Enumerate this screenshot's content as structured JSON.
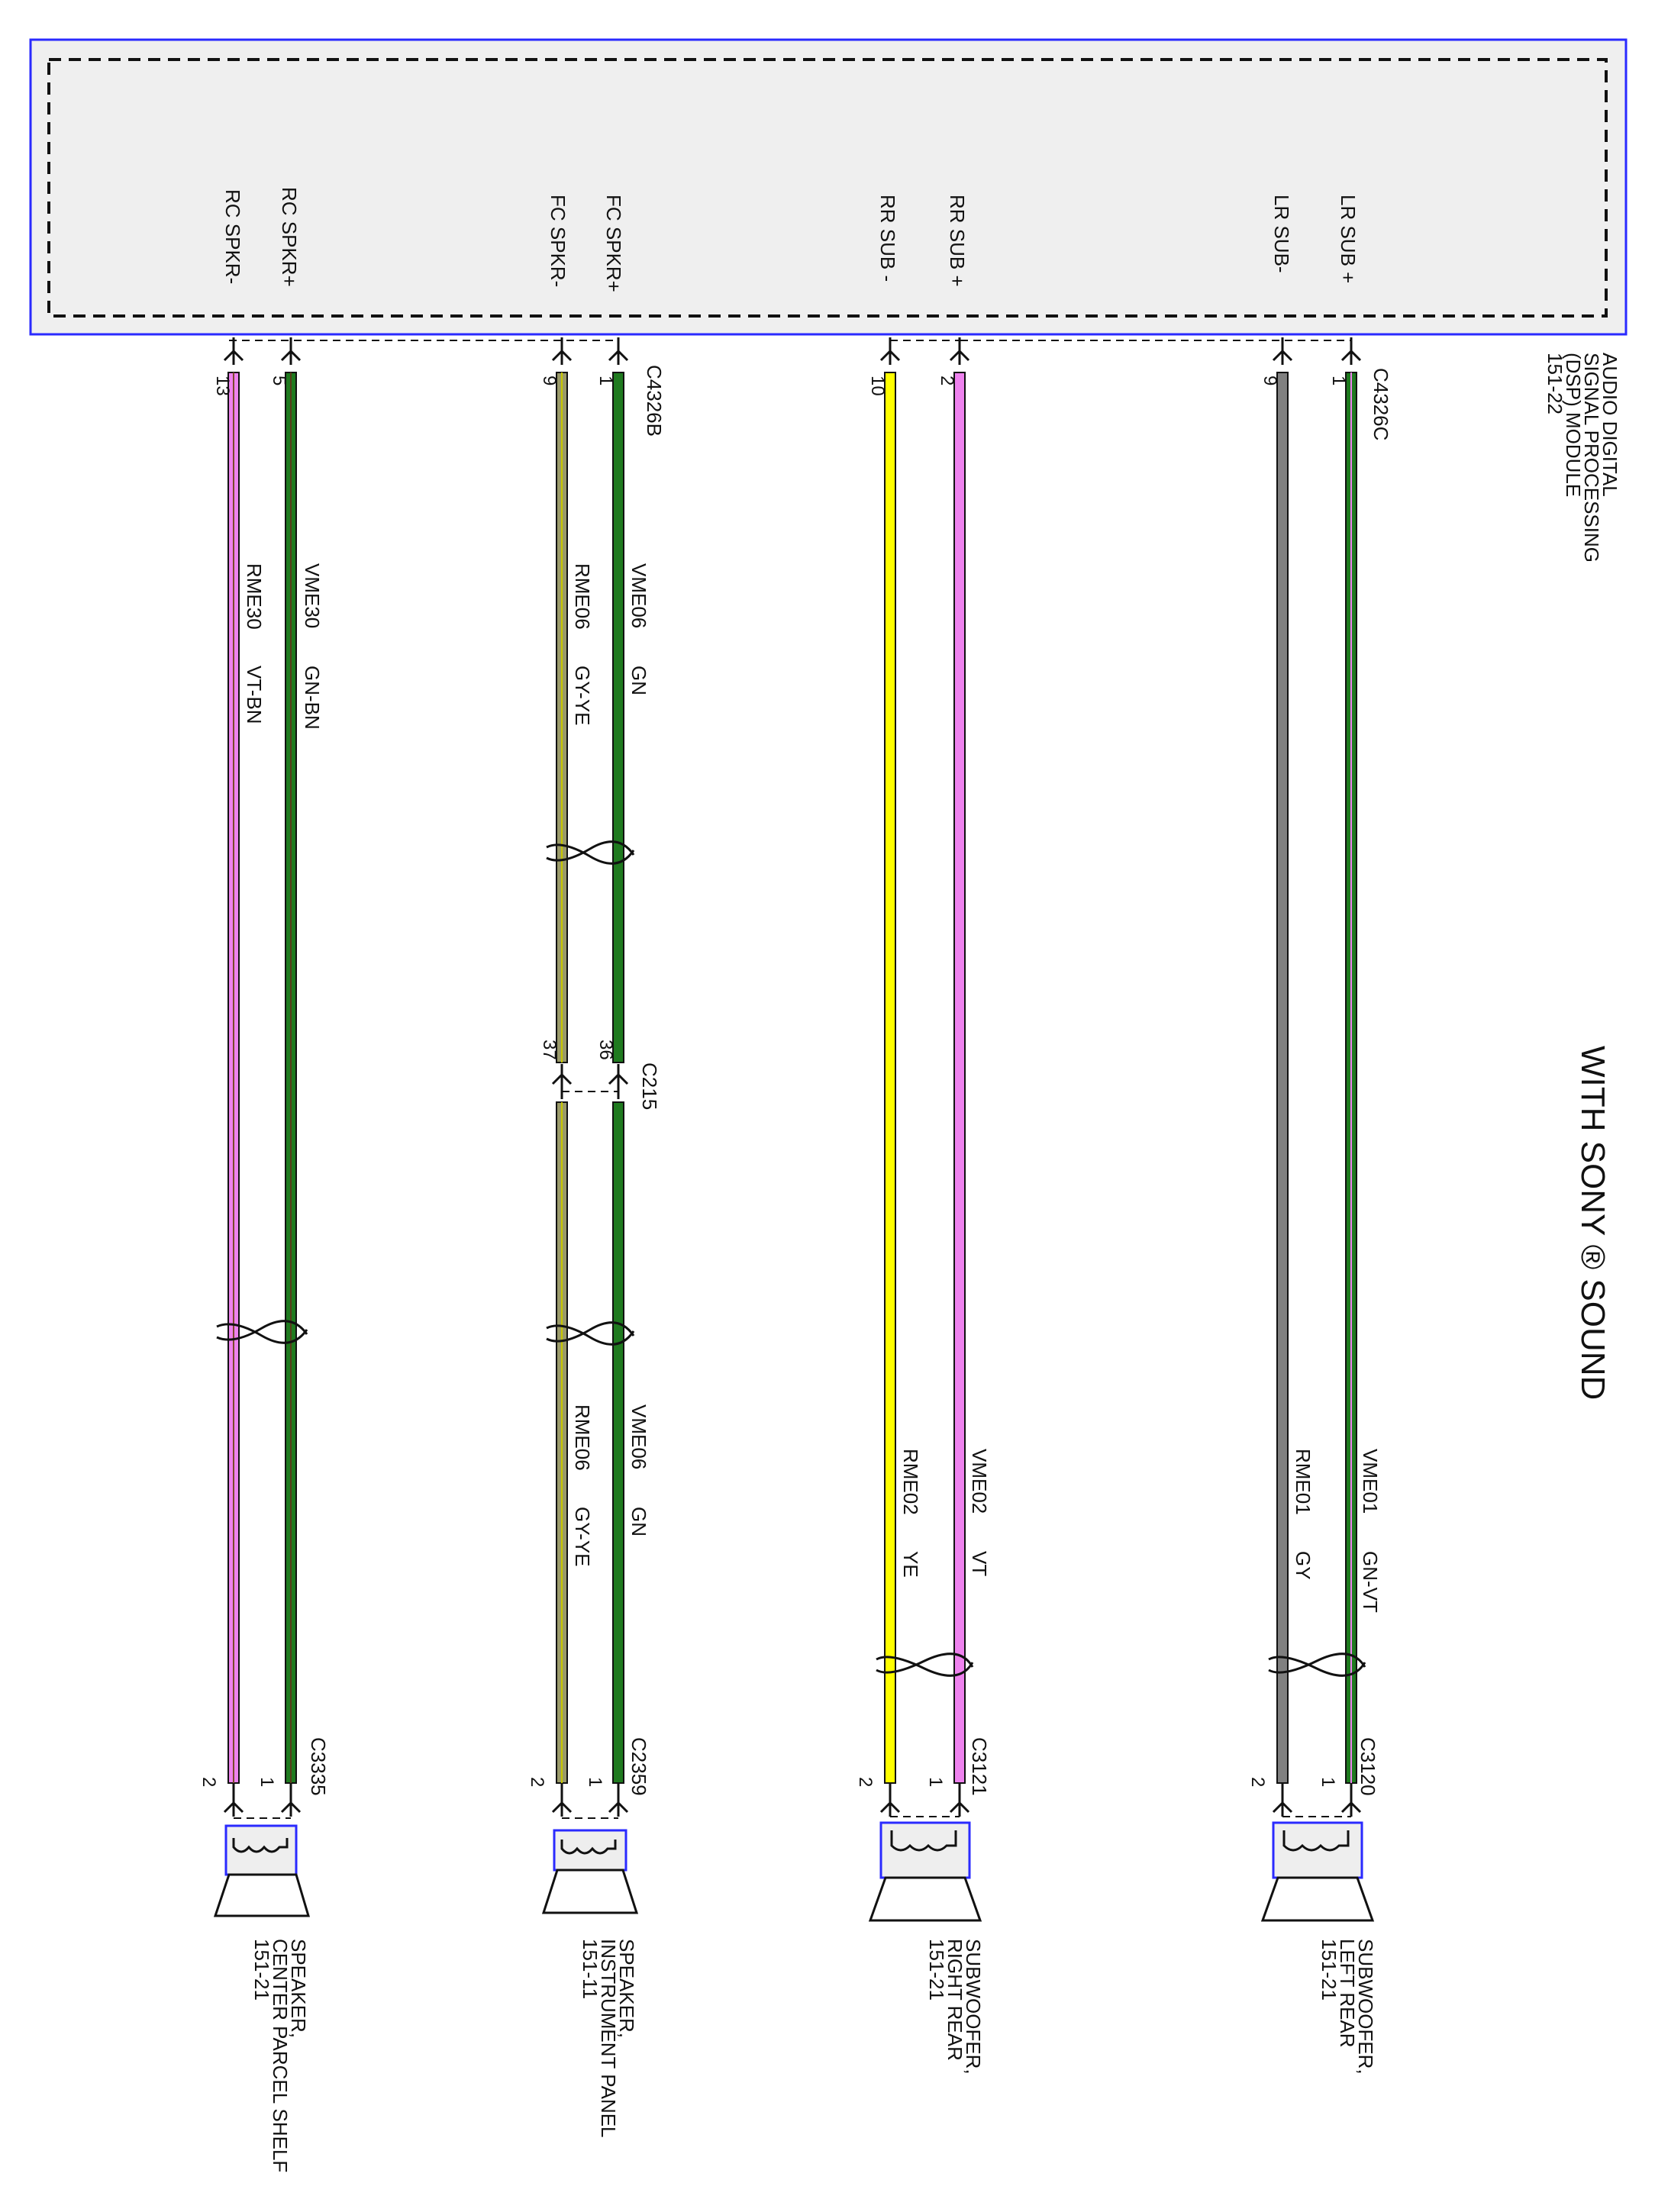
{
  "title": "WITH SONY ® SOUND",
  "module": {
    "lines": [
      "AUDIO DIGITAL",
      "SIGNAL PROCESSING",
      "(DSP) MODULE",
      "151-22"
    ]
  },
  "connectors": {
    "c4326b": "C4326B",
    "c4326c": "C4326C",
    "c215": "C215",
    "c3335": "C3335",
    "c2359": "C2359",
    "c3121": "C3121",
    "c3120": "C3120"
  },
  "circuits": [
    {
      "id": "rc_neg",
      "label": "RC SPKR-",
      "pin": "13",
      "circuit": "RME30",
      "color_code": "VT-BN",
      "end_pin": "2",
      "wire_color": "#ee82ee",
      "stripe": "#7a4a2a"
    },
    {
      "id": "rc_pos",
      "label": "RC SPKR+",
      "pin": "5",
      "circuit": "VME30",
      "color_code": "GN-BN",
      "end_pin": "1",
      "wire_color": "#1f7a1f",
      "stripe": "#5a3a1a"
    },
    {
      "id": "fc_neg",
      "label": "FC SPKR-",
      "pin": "9",
      "circuit": "RME06",
      "color_code": "GY-YE",
      "end_pin": "2",
      "mid_pin": "37",
      "wire_color": "#9a9a6a",
      "stripe": "#c8c800"
    },
    {
      "id": "fc_pos",
      "label": "FC SPKR+",
      "pin": "1",
      "circuit": "VME06",
      "color_code": "GN",
      "end_pin": "1",
      "mid_pin": "36",
      "wire_color": "#1f7a1f",
      "stripe": ""
    },
    {
      "id": "rr_neg",
      "label": "RR SUB -",
      "pin": "10",
      "circuit": "RME02",
      "color_code": "YE",
      "end_pin": "2",
      "wire_color": "#ffff00",
      "stripe": ""
    },
    {
      "id": "rr_pos",
      "label": "RR SUB +",
      "pin": "2",
      "circuit": "VME02",
      "color_code": "VT",
      "end_pin": "1",
      "wire_color": "#ee82ee",
      "stripe": ""
    },
    {
      "id": "lr_neg",
      "label": "LR SUB-",
      "pin": "9",
      "circuit": "RME01",
      "color_code": "GY",
      "end_pin": "2",
      "wire_color": "#808080",
      "stripe": ""
    },
    {
      "id": "lr_pos",
      "label": "LR SUB +",
      "pin": "1",
      "circuit": "VME01",
      "color_code": "GN-VT",
      "end_pin": "1",
      "wire_color": "#1f7a1f",
      "stripe": "#ee82ee"
    }
  ],
  "components": [
    {
      "id": "spk_center",
      "lines": [
        "SPEAKER,",
        "CENTER PARCEL SHELF",
        "151-21"
      ]
    },
    {
      "id": "spk_ip",
      "lines": [
        "SPEAKER,",
        "INSTRUMENT PANEL",
        "151-11"
      ]
    },
    {
      "id": "sub_rr",
      "lines": [
        "SUBWOOFER,",
        "RIGHT REAR",
        "151-21"
      ]
    },
    {
      "id": "sub_lr",
      "lines": [
        "SUBWOOFER,",
        "LEFT REAR",
        "151-21"
      ]
    }
  ],
  "colors": {
    "module_border": "#2a2aff",
    "module_fill": "#efefef",
    "line": "#111111"
  }
}
